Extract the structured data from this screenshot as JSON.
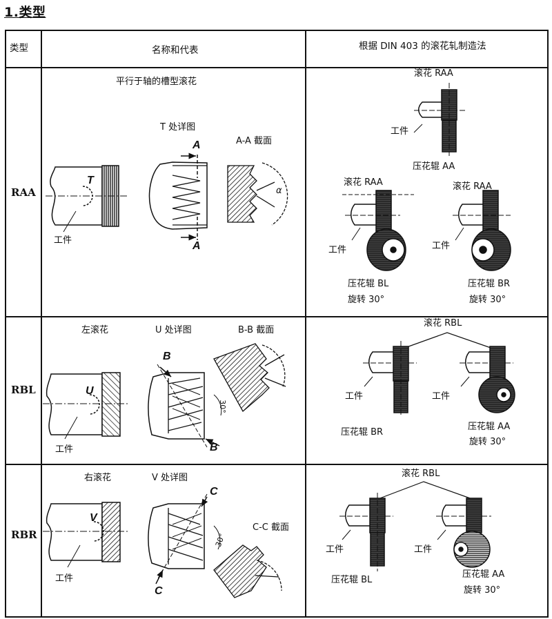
{
  "heading": "1.类型",
  "header": {
    "col_type": "类型",
    "col_name": "名称和代表",
    "col_method": "根据 DIN 403 的滚花轧制造法"
  },
  "rows": [
    {
      "code": "RAA",
      "name_title": "平行于轴的槽型滚花",
      "detail_label": "T 处详图",
      "section_label": "A-A 截面",
      "detail_letter": "T",
      "cut_letter_1": "A",
      "cut_letter_2": "A",
      "angle_label": "α",
      "workpiece": "工件",
      "method": {
        "top_knurl": "滚花 RAA",
        "top_workpiece": "工件",
        "top_roller": "压花辊  AA",
        "left_knurl": "滚花 RAA",
        "left_workpiece": "工件",
        "left_roller": "压花辊  BL",
        "left_rotate": "旋转 30°",
        "right_knurl": "滚花 RAA",
        "right_workpiece": "工件",
        "right_roller": "压花辊  BR",
        "right_rotate": "旋转 30°"
      }
    },
    {
      "code": "RBL",
      "name_title": "左滚花",
      "detail_label": "U 处详图",
      "section_label": "B-B  截面",
      "detail_letter": "U",
      "cut_letter_1": "B",
      "cut_letter_2": "B",
      "angle_30": "30°",
      "workpiece": "工件",
      "method": {
        "knurl": "滚花 RBL",
        "left_workpiece": "工件",
        "left_roller": "压花辊  BR",
        "right_workpiece": "工件",
        "right_roller": "压花辊  AA",
        "right_rotate": "旋转 30°"
      }
    },
    {
      "code": "RBR",
      "name_title": "右滚花",
      "detail_label": "V 处详图",
      "section_label": "C-C  截面",
      "detail_letter": "V",
      "cut_letter_1": "C",
      "cut_letter_2": "C",
      "angle_30": "30°",
      "workpiece": "工件",
      "method": {
        "knurl": "滚花 RBL",
        "left_workpiece": "工件",
        "left_roller": "压花辊  BL",
        "right_workpiece": "工件",
        "right_roller": "压花辊  AA",
        "right_rotate": "旋转 30°"
      }
    }
  ]
}
